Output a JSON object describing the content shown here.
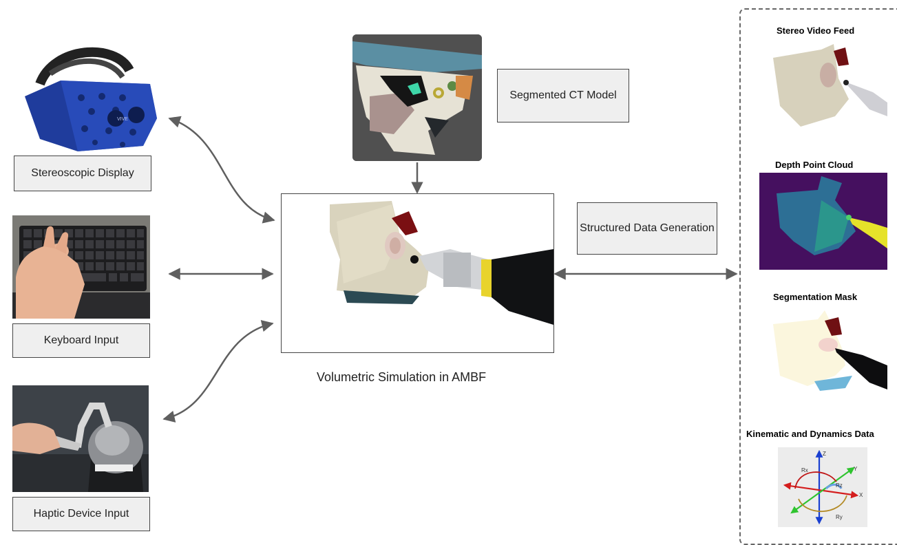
{
  "inputs": {
    "stereo_display": "Stereoscopic Display",
    "keyboard": "Keyboard Input",
    "haptic": "Haptic Device Input",
    "headset_brand": "VIVE"
  },
  "center": {
    "ct_label": "Segmented CT Model",
    "simulation_caption": "Volumetric Simulation in AMBF",
    "data_generation": "Structured Data Generation"
  },
  "outputs": {
    "stereo_video": "Stereo Video Feed",
    "depth": "Depth Point Cloud",
    "segmentation": "Segmentation Mask",
    "kinematics": "Kinematic and Dynamics Data"
  },
  "axes": {
    "z": "Z",
    "x": "X",
    "y": "Y",
    "rx": "Rx",
    "ry": "Ry",
    "rz": "Rz"
  },
  "colors": {
    "arrow": "#5f5f5f",
    "box_fill": "#efefef",
    "headset_blue": "#1f3c9c",
    "depth_purple": "#45105f",
    "bone": "#e9e5d6",
    "anatomy_red": "#8a1616"
  }
}
